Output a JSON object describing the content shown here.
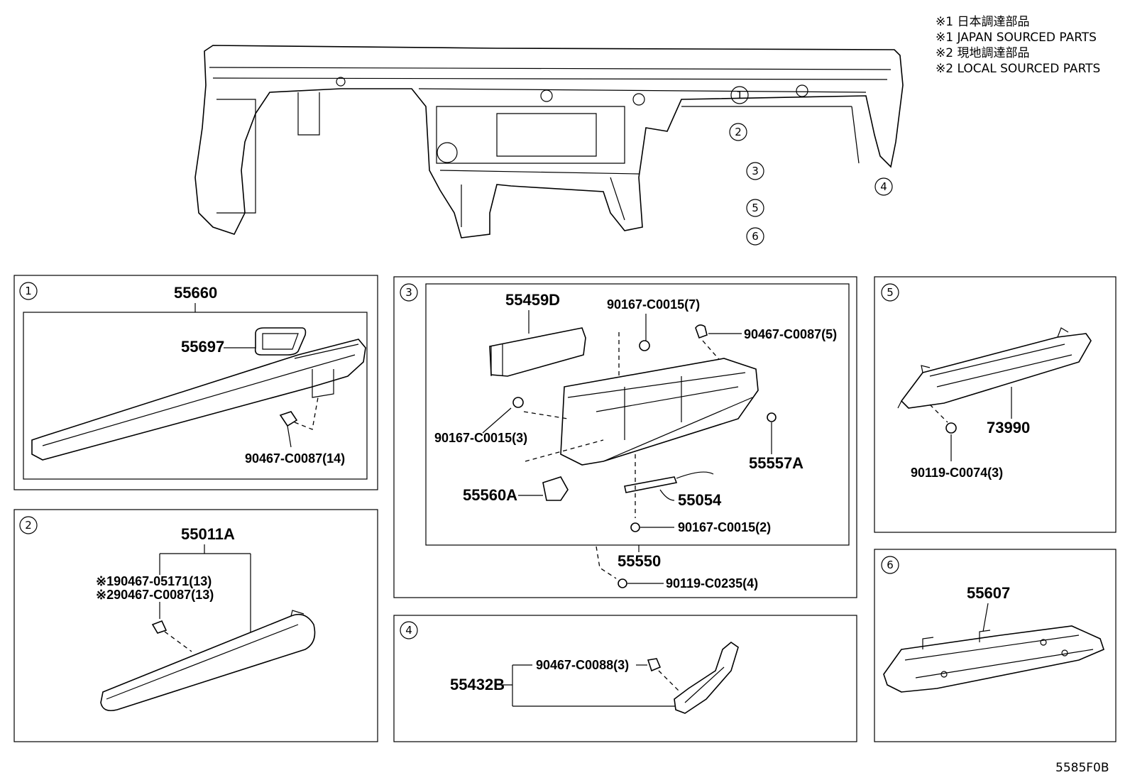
{
  "notes": [
    "※1 日本調達部品",
    "※1 JAPAN SOURCED PARTS",
    "※2 現地調達部品",
    "※2 LOCAL SOURCED PARTS"
  ],
  "overview_callouts": [
    "1",
    "2",
    "3",
    "4",
    "5",
    "6"
  ],
  "panels": {
    "p1": {
      "number": "1",
      "parts": {
        "assembly": "55660",
        "cover": "55697",
        "clip": "90467-C0087(14)"
      }
    },
    "p2": {
      "number": "2",
      "parts": {
        "assembly": "55011A",
        "clip_japan": "※190467-05171(13)",
        "clip_local": "※290467-C0087(13)"
      }
    },
    "p3": {
      "number": "3",
      "parts": {
        "stopper": "55459D",
        "screw_top": "90167-C0015(7)",
        "clip_top": "90467-C0087(5)",
        "screw_left": "90167-C0015(3)",
        "damper": "55557A",
        "latch": "55560A",
        "rod": "55054",
        "screw_bottom": "90167-C0015(2)",
        "box": "55550",
        "bolt": "90119-C0235(4)"
      }
    },
    "p4": {
      "number": "4",
      "parts": {
        "clip": "90467-C0088(3)",
        "trim": "55432B"
      }
    },
    "p5": {
      "number": "5",
      "parts": {
        "panel": "73990",
        "bolt": "90119-C0074(3)"
      }
    },
    "p6": {
      "number": "6",
      "parts": {
        "undercover": "55607"
      }
    }
  },
  "figure_code": "5585F0B"
}
